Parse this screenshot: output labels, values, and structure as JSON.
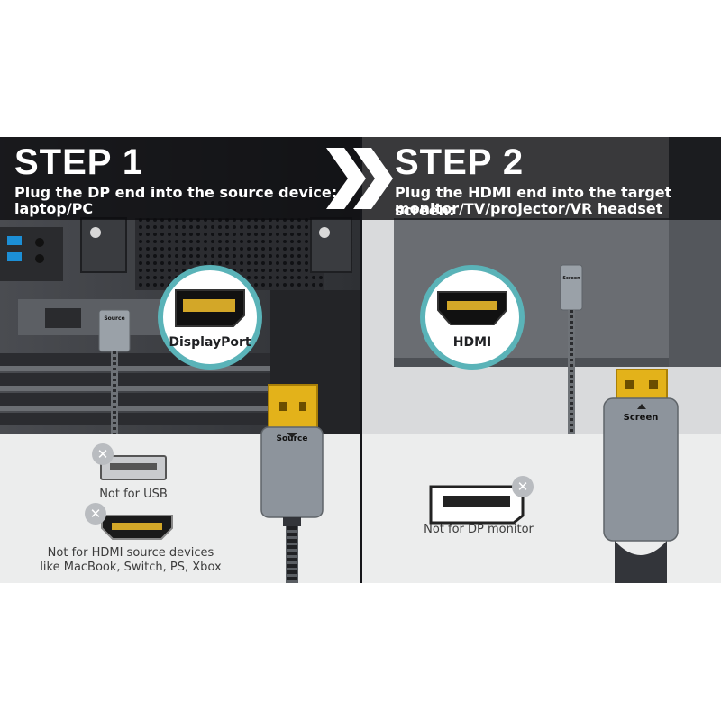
{
  "step1": {
    "title": "STEP 1",
    "desc_line1": "Plug the DP end into the source device:",
    "desc_line2": "laptop/PC",
    "badge_label": "DisplayPort",
    "plug_label": "Source",
    "small_plug_label": "Source",
    "usb_caption": "Not for USB",
    "hdmi_caption_line1": "Not for HDMI source devices",
    "hdmi_caption_line2": "like MacBook, Switch, PS, Xbox"
  },
  "step2": {
    "title": "STEP 2",
    "desc_line1": "Plug the HDMI end into the target screen:",
    "desc_line2": "monitor/TV/projector/VR headset",
    "badge_label": "HDMI",
    "plug_label": "Screen",
    "small_plug_label": "Screen",
    "dp_caption": "Not for DP monitor"
  },
  "colors": {
    "accent_teal": "#5ab3b8",
    "gold": "#e3b21a",
    "plug_gray": "#8d949c"
  },
  "icons": {
    "arrow": "double-chevron-right-icon",
    "not_allowed": "x-circle-icon"
  }
}
